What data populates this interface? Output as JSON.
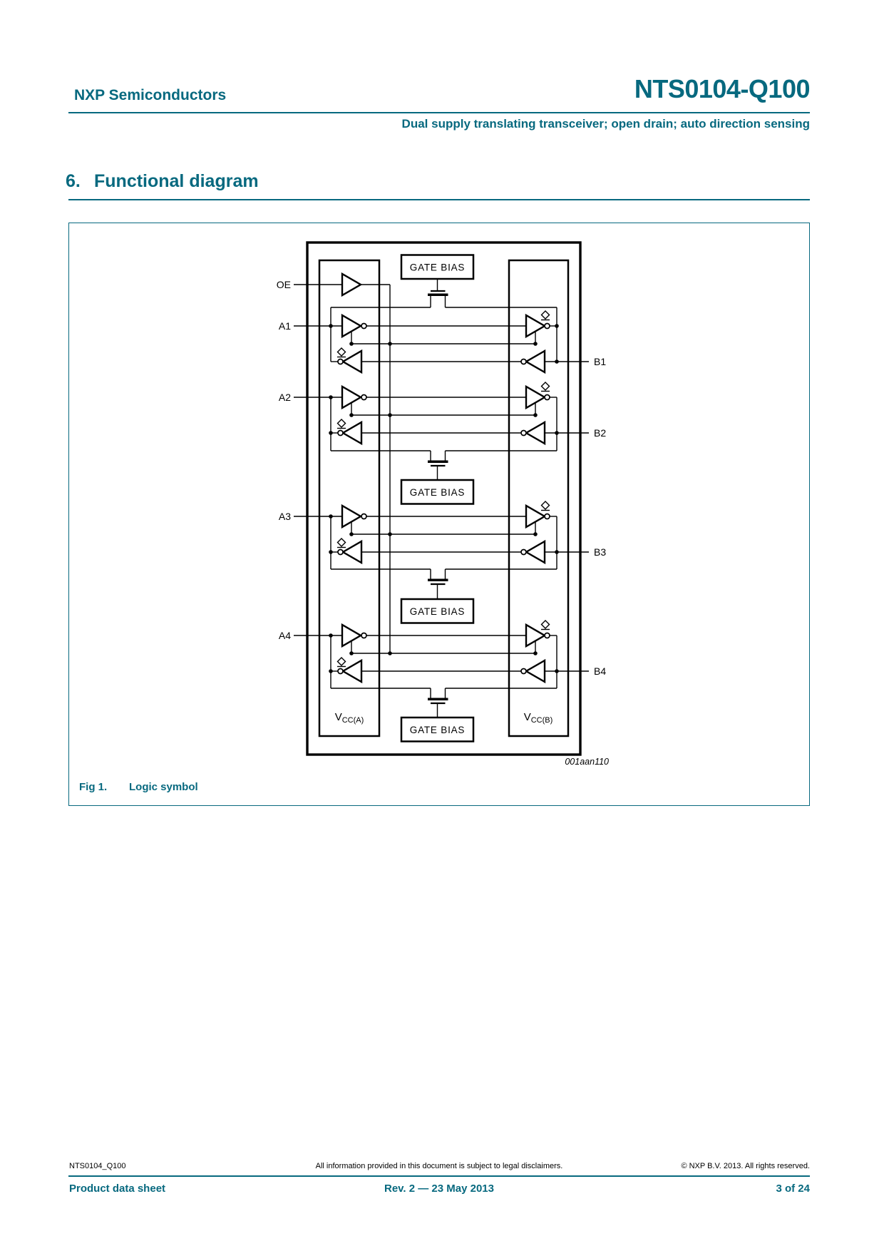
{
  "header": {
    "vendor": "NXP Semiconductors",
    "part_number": "NTS0104-Q100",
    "subtitle": "Dual supply translating transceiver; open drain; auto direction sensing"
  },
  "section": {
    "number": "6.",
    "title": "Functional diagram"
  },
  "figure": {
    "caption_label": "Fig 1.",
    "caption_text": "Logic symbol",
    "drawing_ref": "001aan110",
    "labels": {
      "oe": "OE",
      "a": [
        "A1",
        "A2",
        "A3",
        "A4"
      ],
      "b": [
        "B1",
        "B2",
        "B3",
        "B4"
      ],
      "gate_bias": "GATE BIAS",
      "vcc_main": "V",
      "vcc_a_sub": "CC(A)",
      "vcc_b_sub": "CC(B)"
    }
  },
  "footer": {
    "doc_id": "NTS0104_Q100",
    "disclaimer": "All information provided in this document is subject to legal disclaimers.",
    "copyright": "© NXP B.V. 2013. All rights reserved.",
    "doc_type": "Product data sheet",
    "revision": "Rev. 2 — 23 May 2013",
    "page_info": "3 of 24"
  },
  "colors": {
    "accent_teal": "#07697F",
    "diagram_ink": "#000000",
    "background": "#ffffff"
  }
}
